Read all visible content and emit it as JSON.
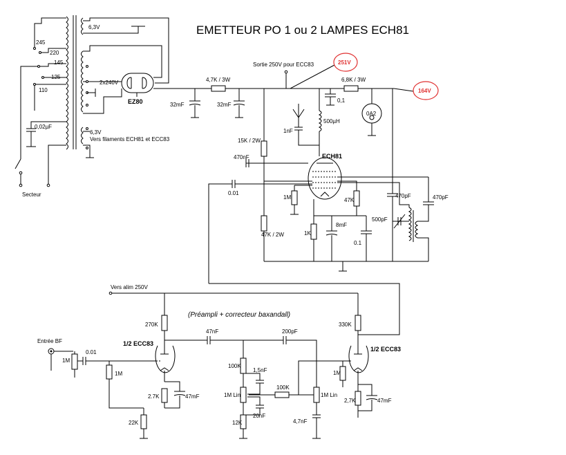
{
  "title": "EMETTEUR PO 1 ou 2 LAMPES ECH81",
  "subtitle": "(Préampli + correcteur baxandall)",
  "labels": {
    "out_ecc83": "Sortie 250V pour ECC83",
    "v251": "251V",
    "v164": "164V",
    "tap_245": "245",
    "tap_220": "220",
    "tap_145": "145",
    "tap_125": "125",
    "tap_110": "110",
    "secteur": "Secteur",
    "cap_002": "0,02µF",
    "sec_63a": "6,3V",
    "sec_2x240": "2x240V",
    "sec_63b": "6,3V",
    "vers_filaments": "Vers filaments ECH81 et ECC83",
    "ez80": "EZ80",
    "r_4k7": "4,7K / 3W",
    "c_32a": "32mF",
    "c_32b": "32mF",
    "r_6k8": "6,8K / 3W",
    "c_01a": "0,1",
    "oa2": "0A2",
    "r_15k": "15K / 2W",
    "c_470n": "470nF",
    "c_1n": "1nF",
    "l_500u": "500µH",
    "ech81": "ECH81",
    "c_001": "0.01",
    "r_1m_g": "1M",
    "r_47k": "47K",
    "c_470p_a": "470pF",
    "c_470p_b": "470pF",
    "c_500p": "500pF",
    "r_47k2w": "47K / 2W",
    "r_1k": "1K",
    "c_8m": "8mF",
    "c_01b": "0.1",
    "vers_alim": "Vers alim 250V",
    "r_270k": "270K",
    "r_330k": "330K",
    "c_47n": "47nF",
    "c_200p": "200pF",
    "ecc83_a": "1/2 ECC83",
    "ecc83_b": "1/2 ECC83",
    "entree_bf": "Entrée BF",
    "r_1m_in": "1M",
    "c_001_in": "0.01",
    "r_1m_g1": "1M",
    "r_27k_a": "2.7K",
    "c_47mf_a": "47mF",
    "r_22k": "22K",
    "r_100k_t": "100K",
    "c_15n": "1,5nF",
    "r_1mlin_a": "1M Lin",
    "c_20n": "20nF",
    "r_12k": "12K",
    "r_100k_m": "100K",
    "r_1mlin_b": "1M Lin",
    "c_47n_b": "4,7nF",
    "r_1m_g2": "1M",
    "r_27k_b": "2,7K",
    "c_47mf_b": "47mF"
  }
}
